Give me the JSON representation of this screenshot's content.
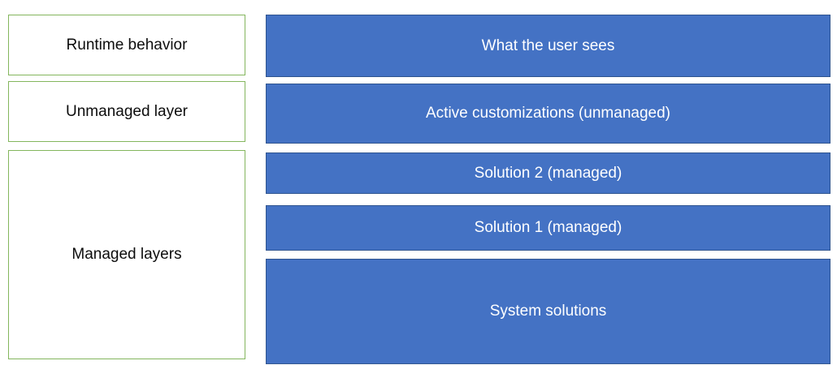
{
  "diagram": {
    "left_column": {
      "items": [
        {
          "label": "Runtime behavior"
        },
        {
          "label": "Unmanaged layer"
        },
        {
          "label": "Managed layers"
        }
      ]
    },
    "right_column": {
      "items": [
        {
          "label": "What the user sees"
        },
        {
          "label": "Active customizations (unmanaged)"
        },
        {
          "label": "Solution 2 (managed)"
        },
        {
          "label": "Solution 1 (managed)"
        },
        {
          "label": "System solutions"
        }
      ]
    },
    "colors": {
      "background": "#ffffff",
      "green_border": "#84b65d",
      "blue_fill": "#4472c4",
      "blue_border": "#2f548f",
      "left_text": "#0d0d0d",
      "right_text": "#ffffff"
    }
  }
}
